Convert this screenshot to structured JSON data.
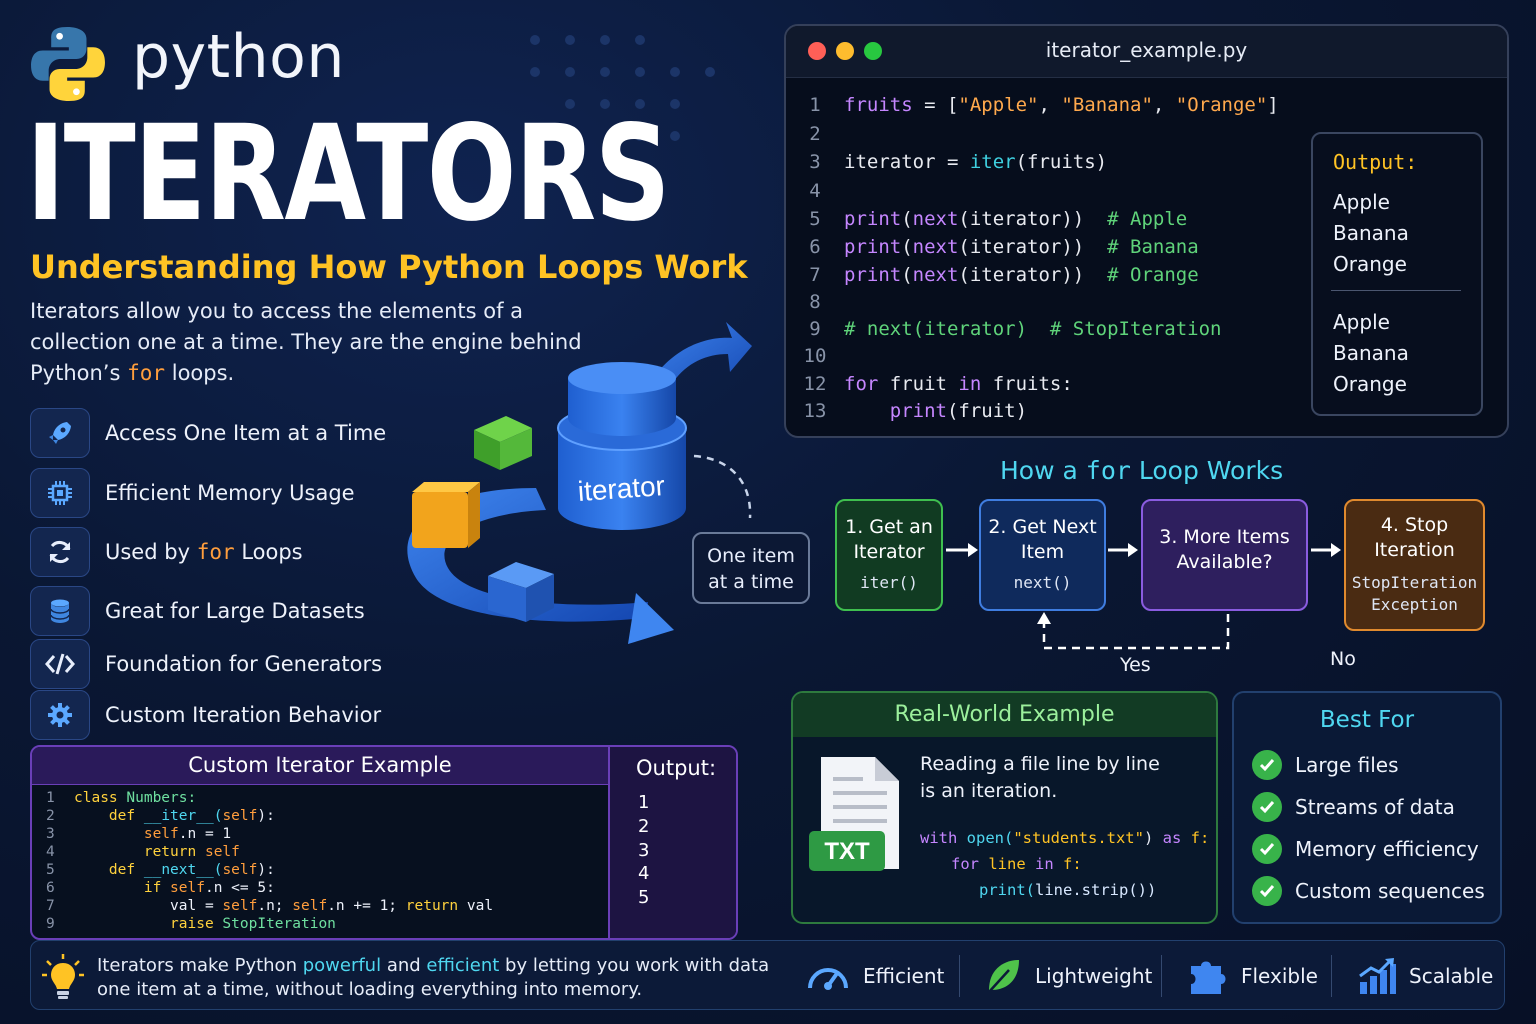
{
  "header": {
    "brand": "python",
    "title": "ITERATORS",
    "subtitle": "Understanding How Python Loops Work",
    "intro_before": "Iterators allow you to access the elements of a collection one at a time. They are the engine behind Python’s",
    "intro_kw": "for",
    "intro_after": "loops."
  },
  "features": [
    {
      "label": "Access One Item at a Time",
      "icon": "rocket-icon"
    },
    {
      "label": "Efficient Memory Usage",
      "icon": "chip-icon"
    },
    {
      "label_before": "Used by",
      "label_kw": "for",
      "label_after": "Loops",
      "icon": "refresh-icon"
    },
    {
      "label": "Great for Large Datasets",
      "icon": "database-icon"
    },
    {
      "label": "Foundation for Generators",
      "icon": "code-icon"
    },
    {
      "label": "Custom Iteration Behavior",
      "icon": "gear-icon"
    }
  ],
  "illustration": {
    "cylinder_label": "iterator",
    "callout_line1": "One item",
    "callout_line2": "at a time"
  },
  "code_window": {
    "filename": "iterator_example.py",
    "line_numbers": [
      "1",
      "2",
      "3",
      "4",
      "5",
      "6",
      "7",
      "8",
      "9",
      "10",
      "12",
      "13"
    ],
    "lines": {
      "l1_var": "fruits",
      "l1_eq": " = [",
      "l1_s1": "\"Apple\"",
      "l1_c1": ", ",
      "l1_s2": "\"Banana\"",
      "l1_c2": ", ",
      "l1_s3": "\"Orange\"",
      "l1_end": "]",
      "l3_var": "iterator = ",
      "l3_fn": "iter",
      "l3_arg": "(fruits)",
      "print": "print",
      "next": "next",
      "it_arg": "(iterator))",
      "c_apple": "# Apple",
      "c_banana": "# Banana",
      "c_orange": "# Orange",
      "l9": "# next(iterator)  # StopIteration",
      "l12_for": "for",
      "l12_mid": " fruit ",
      "l12_in": "in",
      "l12_end": " fruits:",
      "l13_fn": "print",
      "l13_arg": "(fruit)",
      "open_paren": "("
    },
    "output_title": "Output:",
    "output_first": [
      "Apple",
      "Banana",
      "Orange"
    ],
    "output_second": [
      "Apple",
      "Banana",
      "Orange"
    ]
  },
  "flow": {
    "title_before": "How a",
    "title_kw": "for",
    "title_after": "Loop Works",
    "steps": [
      {
        "line1": "1. Get an",
        "line2": "Iterator",
        "code": "iter()"
      },
      {
        "line1": "2. Get Next",
        "line2": "Item",
        "code": "next()"
      },
      {
        "line1": "3. More Items",
        "line2": "Available?"
      },
      {
        "line1": "4. Stop",
        "line2": "Iteration",
        "code1": "StopIteration",
        "code2": "Exception"
      }
    ],
    "yes_label": "Yes",
    "no_label": "No"
  },
  "custom_example": {
    "title": "Custom Iterator Example",
    "output_title": "Output:",
    "output_values": [
      "1",
      "2",
      "3",
      "4",
      "5"
    ],
    "line_numbers": [
      "1",
      "2",
      "3",
      "4",
      "5",
      "6",
      "7",
      "9"
    ],
    "tokens": {
      "class": "class",
      "numbers": " Numbers:",
      "def": "def",
      "iter": " __iter__(",
      "self": "self",
      "close": "):",
      "selfn": "self",
      "n_eq_1": ".n = 1",
      "return": "return",
      "ret_self": " self",
      "next_fn": " __next__(",
      "if": "if",
      "if_rest": ".n <= 5:",
      "val_eq": "val = ",
      "semi_n": ".n; ",
      "plus1": ".n += 1; ",
      "ret_val": " val",
      "raise": "raise",
      "stopit": " StopIteration"
    }
  },
  "real_world": {
    "title": "Real-World Example",
    "file_label": "TXT",
    "text_line1": "Reading a file line by line",
    "text_line2": "is an iteration.",
    "code": {
      "with": "with",
      "open": " open(",
      "fname": "\"students.txt\"",
      "close_paren": ")",
      "as": " as",
      "f": " f:",
      "for": "for",
      "line": " line",
      "in": " in",
      "f2": " f:",
      "print": "print(",
      "strip": "line.strip())"
    }
  },
  "best_for": {
    "title": "Best For",
    "items": [
      "Large files",
      "Streams of data",
      "Memory efficiency",
      "Custom sequences"
    ]
  },
  "bottom": {
    "text_a": "Iterators make Python ",
    "hl1": "powerful",
    "text_b": " and ",
    "hl2": "efficient",
    "text_c": " by letting you work with data",
    "text_d": "one item at a time, without loading everything into memory.",
    "badges": [
      {
        "label": "Efficient",
        "icon": "speedometer-icon"
      },
      {
        "label": "Lightweight",
        "icon": "leaf-icon"
      },
      {
        "label": "Flexible",
        "icon": "puzzle-icon"
      },
      {
        "label": "Scalable",
        "icon": "growth-chart-icon"
      }
    ]
  },
  "colors": {
    "background": "#0a1733",
    "accent_yellow": "#ffc324",
    "accent_cyan": "#4fd7f0",
    "python_blue": "#3776ab",
    "python_yellow": "#ffd43b"
  }
}
